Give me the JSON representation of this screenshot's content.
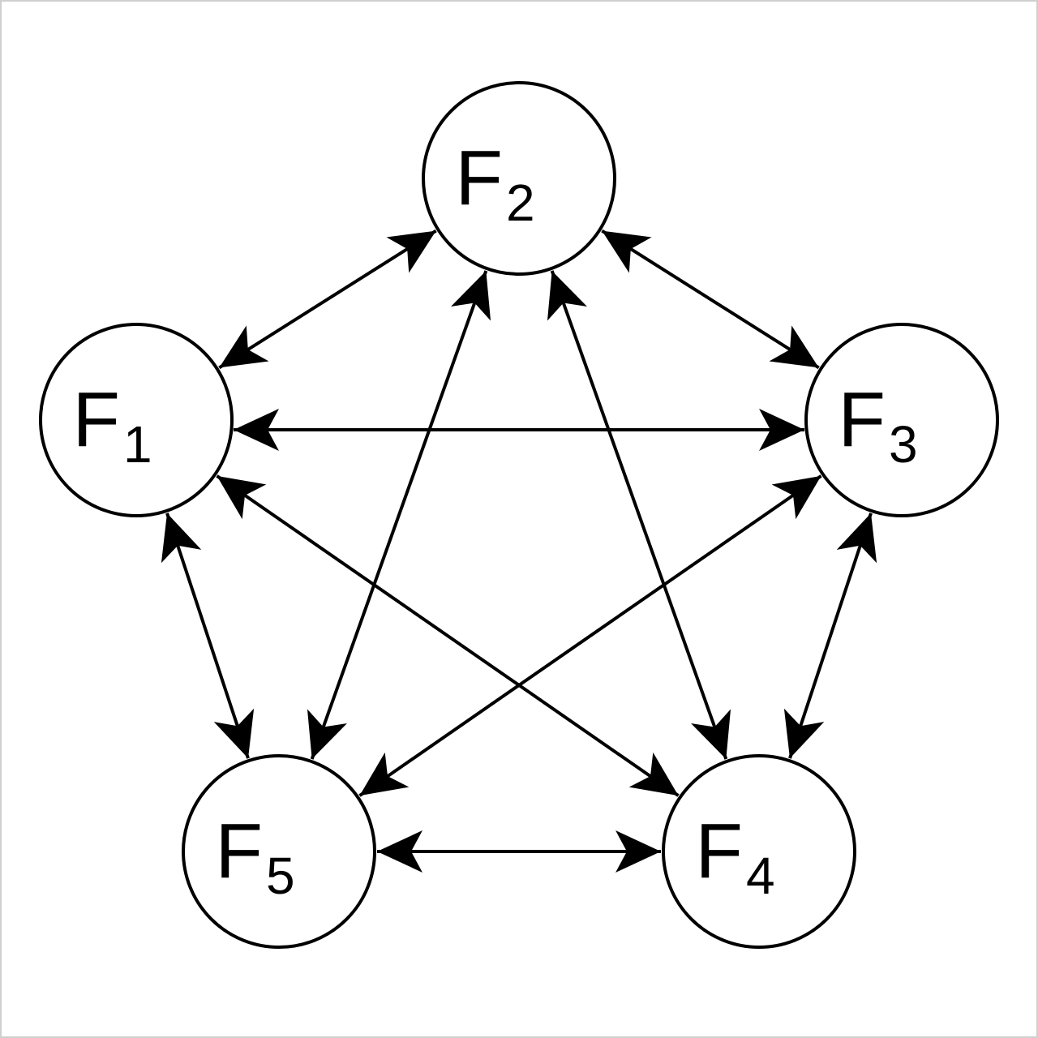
{
  "diagram": {
    "nodes": [
      {
        "id": "F1",
        "letter": "F",
        "subscript": "1"
      },
      {
        "id": "F2",
        "letter": "F",
        "subscript": "2"
      },
      {
        "id": "F3",
        "letter": "F",
        "subscript": "3"
      },
      {
        "id": "F4",
        "letter": "F",
        "subscript": "4"
      },
      {
        "id": "F5",
        "letter": "F",
        "subscript": "5"
      }
    ],
    "edges": [
      {
        "from": "F1",
        "to": "F2",
        "bidirectional": true
      },
      {
        "from": "F2",
        "to": "F3",
        "bidirectional": true
      },
      {
        "from": "F1",
        "to": "F3",
        "bidirectional": true
      },
      {
        "from": "F3",
        "to": "F4",
        "bidirectional": true
      },
      {
        "from": "F4",
        "to": "F5",
        "bidirectional": true
      },
      {
        "from": "F5",
        "to": "F1",
        "bidirectional": true
      },
      {
        "from": "F2",
        "to": "F5",
        "bidirectional": true
      },
      {
        "from": "F2",
        "to": "F4",
        "bidirectional": true
      },
      {
        "from": "F1",
        "to": "F4",
        "bidirectional": true
      },
      {
        "from": "F3",
        "to": "F5",
        "bidirectional": true
      }
    ],
    "colors": {
      "stroke": "#000000",
      "background": "#ffffff",
      "frame": "#cfcfcf"
    }
  }
}
